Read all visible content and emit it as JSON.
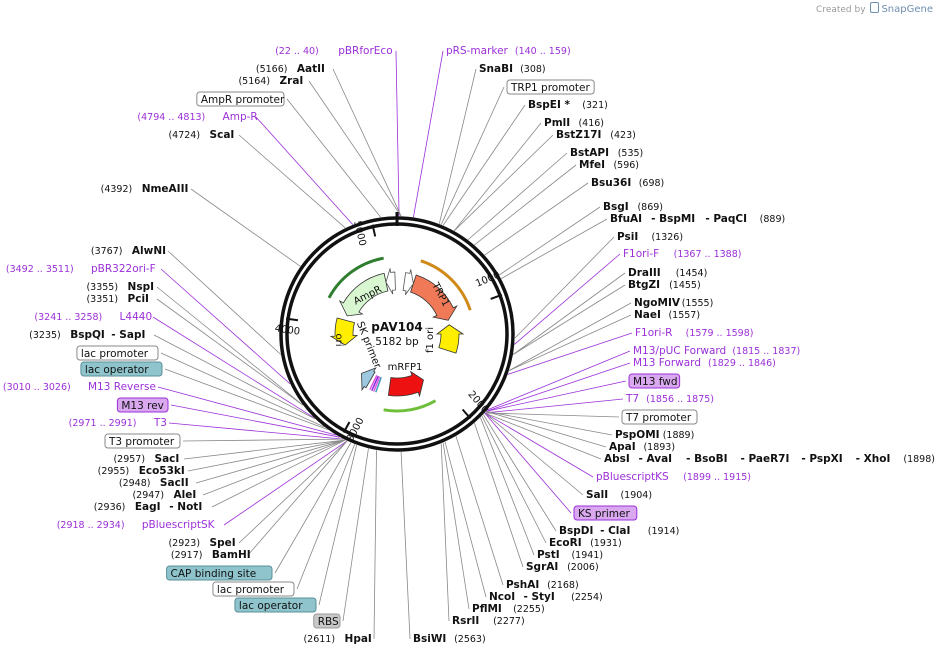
{
  "credit": {
    "prefix": "Created by",
    "brand": "SnapGene",
    "icon": "snapgene-logo-icon"
  },
  "plasmid": {
    "name": "pAV104",
    "size": "5182 bp"
  },
  "ticks": [
    "1000",
    "2000",
    "3000",
    "4000",
    "5000"
  ],
  "features": [
    {
      "label": "AmpR",
      "type": "gene",
      "color": "#d8f7d0"
    },
    {
      "label": "TRP1",
      "type": "gene",
      "color": "#f07a58"
    },
    {
      "label": "ori",
      "type": "origin",
      "color": "#ffee00"
    },
    {
      "label": "f1 ori",
      "type": "origin",
      "color": "#ffee00"
    },
    {
      "label": "SK primer",
      "type": "primer",
      "color": "#9ec8e0"
    },
    {
      "label": "mRFP1",
      "type": "gene",
      "color": "#ee1111"
    }
  ],
  "right_labels": [
    {
      "parts": [
        {
          "t": "pRS-marker",
          "s": "purple"
        },
        {
          "t": "(140 .. 159)",
          "s": "pnum"
        }
      ]
    },
    {
      "parts": [
        {
          "t": "SnaBI",
          "s": "enzyme"
        },
        {
          "t": "(308)",
          "s": "num"
        }
      ]
    },
    {
      "parts": [
        {
          "t": "TRP1 promoter",
          "s": "box"
        }
      ]
    },
    {
      "parts": [
        {
          "t": "BspEI *",
          "s": "enzyme"
        },
        {
          "t": "(321)",
          "s": "num"
        }
      ]
    },
    {
      "parts": [
        {
          "t": "PmlI",
          "s": "enzyme"
        },
        {
          "t": "(416)",
          "s": "num"
        }
      ]
    },
    {
      "parts": [
        {
          "t": "BstZ17I",
          "s": "enzyme"
        },
        {
          "t": "(423)",
          "s": "num"
        }
      ]
    },
    {
      "parts": [
        {
          "t": "BstAPI",
          "s": "enzyme"
        },
        {
          "t": "(535)",
          "s": "num"
        }
      ]
    },
    {
      "parts": [
        {
          "t": "MfeI",
          "s": "enzyme"
        },
        {
          "t": "(596)",
          "s": "num"
        }
      ]
    },
    {
      "parts": [
        {
          "t": "Bsu36I",
          "s": "enzyme"
        },
        {
          "t": "(698)",
          "s": "num"
        }
      ]
    },
    {
      "parts": [
        {
          "t": "BsgI",
          "s": "enzyme"
        },
        {
          "t": "(869)",
          "s": "num"
        }
      ]
    },
    {
      "parts": [
        {
          "t": "BfuAI",
          "s": "enzyme"
        },
        {
          "t": "- BspMI",
          "s": "enzyme"
        },
        {
          "t": "- PaqCI",
          "s": "enzyme"
        },
        {
          "t": "(889)",
          "s": "num"
        }
      ]
    },
    {
      "parts": [
        {
          "t": "PsiI",
          "s": "enzyme"
        },
        {
          "t": "(1326)",
          "s": "num"
        }
      ]
    },
    {
      "parts": [
        {
          "t": "F1ori-F",
          "s": "purple"
        },
        {
          "t": "(1367 .. 1388)",
          "s": "pnum"
        }
      ]
    },
    {
      "parts": [
        {
          "t": "DraIII",
          "s": "enzyme"
        },
        {
          "t": "(1454)",
          "s": "num"
        }
      ]
    },
    {
      "parts": [
        {
          "t": "BtgZI",
          "s": "enzyme"
        },
        {
          "t": "(1455)",
          "s": "num"
        }
      ]
    },
    {
      "parts": [
        {
          "t": "NgoMIV",
          "s": "enzyme"
        },
        {
          "t": "(1555)",
          "s": "num"
        }
      ]
    },
    {
      "parts": [
        {
          "t": "NaeI",
          "s": "enzyme"
        },
        {
          "t": "(1557)",
          "s": "num"
        }
      ]
    },
    {
      "parts": [
        {
          "t": "F1ori-R",
          "s": "purple"
        },
        {
          "t": "(1579 .. 1598)",
          "s": "pnum"
        }
      ]
    },
    {
      "parts": [
        {
          "t": "M13/pUC Forward",
          "s": "purple"
        },
        {
          "t": "(1815 .. 1837)",
          "s": "pnum"
        }
      ]
    },
    {
      "parts": [
        {
          "t": "M13 Forward",
          "s": "purple"
        },
        {
          "t": "(1829 .. 1846)",
          "s": "pnum"
        }
      ]
    },
    {
      "parts": [
        {
          "t": "M13 fwd",
          "s": "pbox"
        }
      ]
    },
    {
      "parts": [
        {
          "t": "T7",
          "s": "purple"
        },
        {
          "t": "(1856 .. 1875)",
          "s": "pnum"
        }
      ]
    },
    {
      "parts": [
        {
          "t": "T7 promoter",
          "s": "box"
        }
      ]
    },
    {
      "parts": [
        {
          "t": "PspOMI",
          "s": "enzyme"
        },
        {
          "t": "(1889)",
          "s": "num"
        }
      ]
    },
    {
      "parts": [
        {
          "t": "ApaI",
          "s": "enzyme"
        },
        {
          "t": "(1893)",
          "s": "num"
        }
      ]
    },
    {
      "parts": [
        {
          "t": "AbsI",
          "s": "enzyme"
        },
        {
          "t": "- AvaI",
          "s": "enzyme"
        },
        {
          "t": "- BsoBI",
          "s": "enzyme"
        },
        {
          "t": "- PaeR7I",
          "s": "enzyme"
        },
        {
          "t": "- PspXI",
          "s": "enzyme"
        },
        {
          "t": "- XhoI",
          "s": "enzyme"
        },
        {
          "t": "(1898)",
          "s": "num"
        }
      ]
    },
    {
      "parts": [
        {
          "t": "pBluescriptKS",
          "s": "purple"
        },
        {
          "t": "(1899 .. 1915)",
          "s": "pnum"
        }
      ]
    },
    {
      "parts": [
        {
          "t": "SalI",
          "s": "enzyme"
        },
        {
          "t": "(1904)",
          "s": "num"
        }
      ]
    },
    {
      "parts": [
        {
          "t": "KS primer",
          "s": "pbox"
        }
      ]
    },
    {
      "parts": [
        {
          "t": "BspDI",
          "s": "enzyme"
        },
        {
          "t": "- ClaI",
          "s": "enzyme"
        },
        {
          "t": "(1914)",
          "s": "num"
        }
      ]
    },
    {
      "parts": [
        {
          "t": "EcoRI",
          "s": "enzyme"
        },
        {
          "t": "(1931)",
          "s": "num"
        }
      ]
    },
    {
      "parts": [
        {
          "t": "PstI",
          "s": "enzyme"
        },
        {
          "t": "(1941)",
          "s": "num"
        }
      ]
    },
    {
      "parts": [
        {
          "t": "SgrAI",
          "s": "enzyme"
        },
        {
          "t": "(2006)",
          "s": "num"
        }
      ]
    },
    {
      "parts": [
        {
          "t": "PshAI",
          "s": "enzyme"
        },
        {
          "t": "(2168)",
          "s": "num"
        }
      ]
    },
    {
      "parts": [
        {
          "t": "NcoI",
          "s": "enzyme"
        },
        {
          "t": "- StyI",
          "s": "enzyme"
        },
        {
          "t": "(2254)",
          "s": "num"
        }
      ]
    },
    {
      "parts": [
        {
          "t": "PflMI",
          "s": "enzyme"
        },
        {
          "t": "(2255)",
          "s": "num"
        }
      ]
    },
    {
      "parts": [
        {
          "t": "RsrII",
          "s": "enzyme"
        },
        {
          "t": "(2277)",
          "s": "num"
        }
      ]
    },
    {
      "parts": [
        {
          "t": "BsiWI",
          "s": "enzyme"
        },
        {
          "t": "(2563)",
          "s": "num"
        }
      ]
    }
  ],
  "left_labels": [
    {
      "parts": [
        {
          "t": "(22 .. 40)",
          "s": "pnum"
        },
        {
          "t": "pBRforEco",
          "s": "purple"
        }
      ]
    },
    {
      "parts": [
        {
          "t": "(5166)",
          "s": "num"
        },
        {
          "t": "AatII",
          "s": "enzyme"
        }
      ]
    },
    {
      "parts": [
        {
          "t": "(5164)",
          "s": "num"
        },
        {
          "t": "ZraI",
          "s": "enzyme"
        }
      ]
    },
    {
      "parts": [
        {
          "t": "AmpR promoter",
          "s": "box"
        }
      ]
    },
    {
      "parts": [
        {
          "t": "(4794 .. 4813)",
          "s": "pnum"
        },
        {
          "t": "Amp-R",
          "s": "purple"
        }
      ]
    },
    {
      "parts": [
        {
          "t": "(4724)",
          "s": "num"
        },
        {
          "t": "ScaI",
          "s": "enzyme"
        }
      ]
    },
    {
      "parts": [
        {
          "t": "(4392)",
          "s": "num"
        },
        {
          "t": "NmeAIII",
          "s": "enzyme"
        }
      ]
    },
    {
      "parts": [
        {
          "t": "(3767)",
          "s": "num"
        },
        {
          "t": "AlwNI",
          "s": "enzyme"
        }
      ]
    },
    {
      "parts": [
        {
          "t": "(3492 .. 3511)",
          "s": "pnum"
        },
        {
          "t": "pBR322ori-F",
          "s": "purple"
        }
      ]
    },
    {
      "parts": [
        {
          "t": "(3355)",
          "s": "num"
        },
        {
          "t": "NspI",
          "s": "enzyme"
        }
      ]
    },
    {
      "parts": [
        {
          "t": "(3351)",
          "s": "num"
        },
        {
          "t": "PciI",
          "s": "enzyme"
        }
      ]
    },
    {
      "parts": [
        {
          "t": "(3241 .. 3258)",
          "s": "pnum"
        },
        {
          "t": "L4440",
          "s": "purple"
        }
      ]
    },
    {
      "parts": [
        {
          "t": "(3235)",
          "s": "num"
        },
        {
          "t": "BspQI",
          "s": "enzyme"
        },
        {
          "t": "- SapI",
          "s": "enzyme"
        }
      ]
    },
    {
      "parts": [
        {
          "t": "lac promoter",
          "s": "box"
        }
      ]
    },
    {
      "parts": [
        {
          "t": "lac operator",
          "s": "tbox"
        }
      ]
    },
    {
      "parts": [
        {
          "t": "(3010 .. 3026)",
          "s": "pnum"
        },
        {
          "t": "M13 Reverse",
          "s": "purple"
        }
      ]
    },
    {
      "parts": [
        {
          "t": "M13 rev",
          "s": "pbox"
        }
      ]
    },
    {
      "parts": [
        {
          "t": "(2971 .. 2991)",
          "s": "pnum"
        },
        {
          "t": "T3",
          "s": "purple"
        }
      ]
    },
    {
      "parts": [
        {
          "t": "T3 promoter",
          "s": "box"
        }
      ]
    },
    {
      "parts": [
        {
          "t": "(2957)",
          "s": "num"
        },
        {
          "t": "SacI",
          "s": "enzyme"
        }
      ]
    },
    {
      "parts": [
        {
          "t": "(2955)",
          "s": "num"
        },
        {
          "t": "Eco53kI",
          "s": "enzyme"
        }
      ]
    },
    {
      "parts": [
        {
          "t": "(2948)",
          "s": "num"
        },
        {
          "t": "SacII",
          "s": "enzyme"
        }
      ]
    },
    {
      "parts": [
        {
          "t": "(2947)",
          "s": "num"
        },
        {
          "t": "AleI",
          "s": "enzyme"
        }
      ]
    },
    {
      "parts": [
        {
          "t": "(2936)",
          "s": "num"
        },
        {
          "t": "EagI",
          "s": "enzyme"
        },
        {
          "t": "- NotI",
          "s": "enzyme"
        }
      ]
    },
    {
      "parts": [
        {
          "t": "(2918 .. 2934)",
          "s": "pnum"
        },
        {
          "t": "pBluescriptSK",
          "s": "purple"
        }
      ]
    },
    {
      "parts": [
        {
          "t": "(2923)",
          "s": "num"
        },
        {
          "t": "SpeI",
          "s": "enzyme"
        }
      ]
    },
    {
      "parts": [
        {
          "t": "(2917)",
          "s": "num"
        },
        {
          "t": "BamHI",
          "s": "enzyme"
        }
      ]
    },
    {
      "parts": [
        {
          "t": "CAP binding site",
          "s": "tbox"
        }
      ]
    },
    {
      "parts": [
        {
          "t": "lac promoter",
          "s": "box"
        }
      ]
    },
    {
      "parts": [
        {
          "t": "lac operator",
          "s": "tbox"
        }
      ]
    },
    {
      "parts": [
        {
          "t": "RBS",
          "s": "gbox"
        }
      ]
    },
    {
      "parts": [
        {
          "t": "(2611)",
          "s": "num"
        },
        {
          "t": "HpaI",
          "s": "enzyme"
        }
      ]
    }
  ]
}
